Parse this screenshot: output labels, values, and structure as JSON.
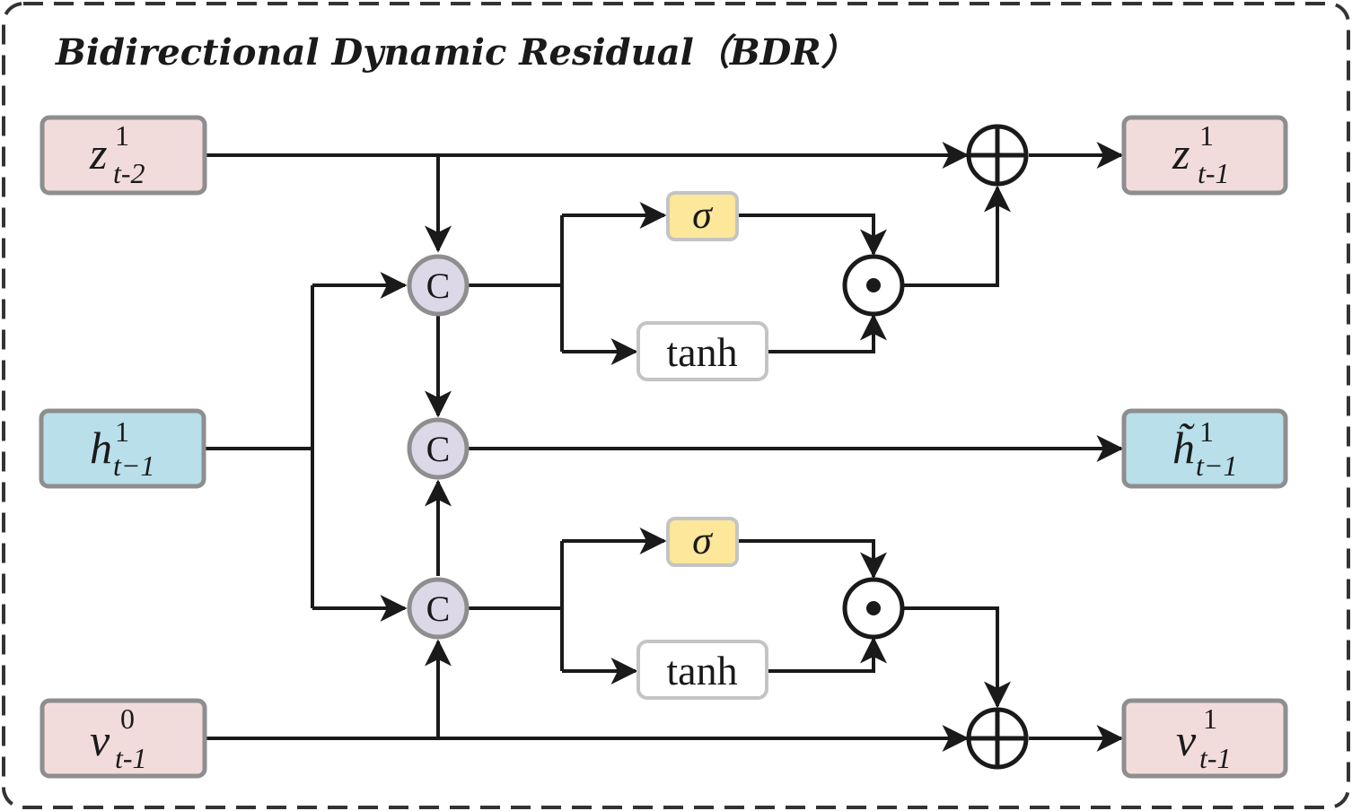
{
  "title": "Bidirectional Dynamic Residual（BDR）",
  "colors": {
    "input_pink": "#f2dcdb",
    "input_blue": "#b8dfea",
    "sigma_yellow": "#fde79a",
    "concat_lilac": "#dcd8e8",
    "box_border": "#8e8e8e",
    "line": "#1a1a1a"
  },
  "nodes": {
    "z_in": {
      "main": "z",
      "sub": "t-2",
      "sup": "1"
    },
    "h_in": {
      "main": "h",
      "sub": "t−1",
      "sup": "1"
    },
    "v_in": {
      "main": "v",
      "sub": "t-1",
      "sup": "0"
    },
    "z_out": {
      "main": "z",
      "sub": "t-1",
      "sup": "1"
    },
    "h_out": {
      "main": "h̃",
      "sub": "t−1",
      "sup": "1"
    },
    "v_out": {
      "main": "v",
      "sub": "t-1",
      "sup": "1"
    }
  },
  "ops": {
    "concat_label": "C",
    "sigma_label": "σ",
    "tanh_label": "tanh",
    "add_icon": "circle-plus-icon",
    "mul_icon": "circle-dot-icon"
  }
}
